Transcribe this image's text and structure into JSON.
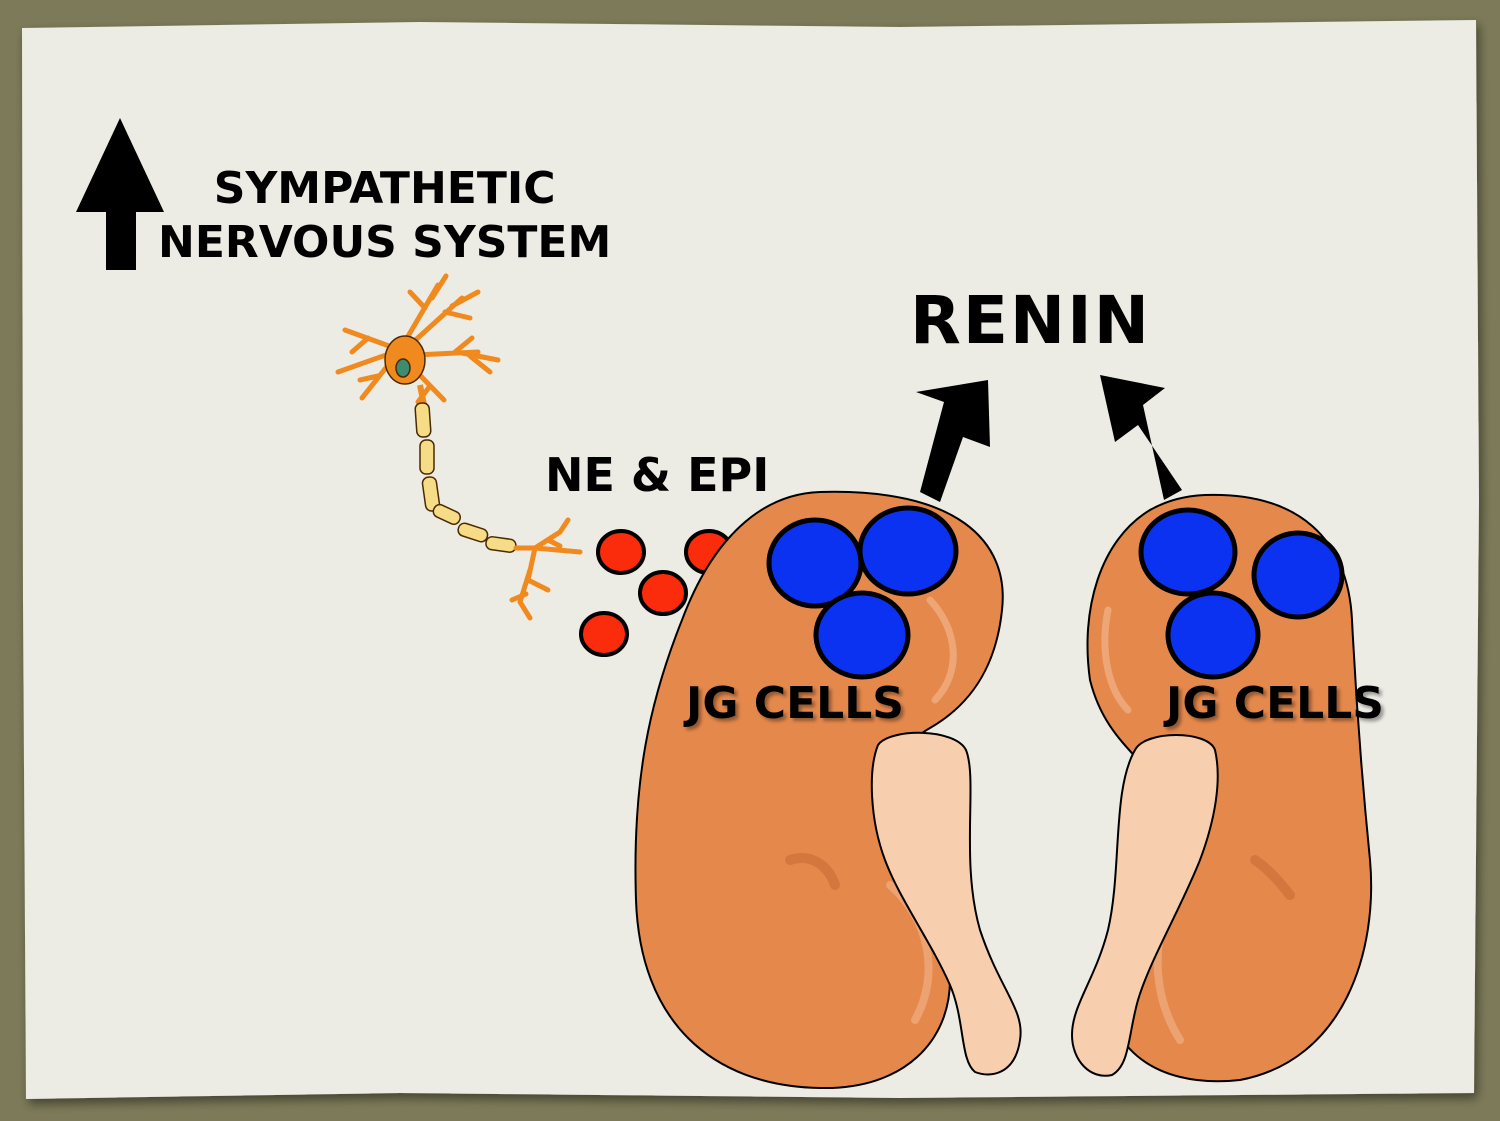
{
  "slide": {
    "colors": {
      "frame": "#7c7a58",
      "paper": "#ecebe4",
      "kidney": "#e4884c",
      "pelvis": "#f8cfae",
      "jg_cells": "#0a32f0",
      "hormone": "#fb2c0c",
      "neuron": "#f08a1e",
      "axon": "#f7dc88"
    },
    "icons": {
      "increase": "up-arrow-icon",
      "neuron": "neuron-icon",
      "release": "release-arrow-icon"
    }
  },
  "labels": {
    "sns_line1": "SYMPATHETIC",
    "sns_line2": "NERVOUS SYSTEM",
    "renin": "RENIN",
    "ne_epi": "NE & EPI",
    "jg_left": "JG CELLS",
    "jg_right": "JG CELLS"
  }
}
